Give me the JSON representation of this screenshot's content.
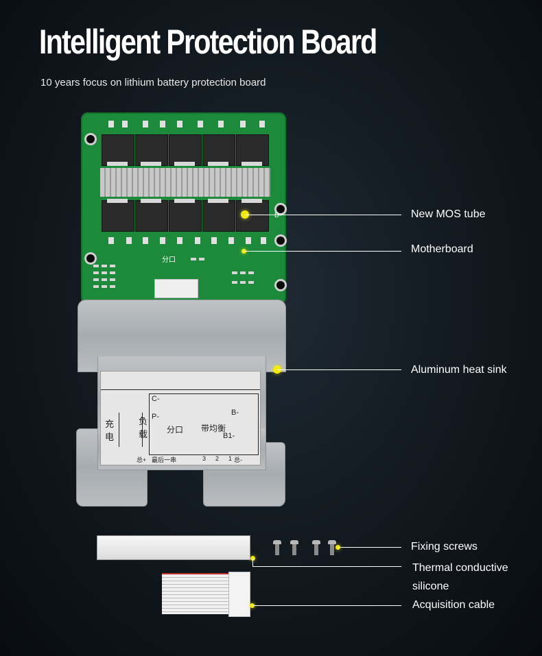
{
  "header": {
    "title": "Intelligent Protection Board",
    "subtitle": "10 years focus on lithium battery protection board"
  },
  "callouts": {
    "mos": "New MOS tube",
    "motherboard": "Motherboard",
    "heat_sink": "Aluminum heat sink",
    "screws": "Fixing screws",
    "silicone_line1": "Thermal conductive",
    "silicone_line2": "silicone",
    "cable": "Acquisition cable"
  },
  "board_markings": {
    "fenkou": "分口",
    "b_minus": "B-"
  },
  "sticker": {
    "c_minus": "C-",
    "p_minus": "P-",
    "b_minus": "B-",
    "charge": "充电",
    "load": "负载",
    "fenkou": "分口",
    "balance": "带均衡",
    "b1": "B1-",
    "total_plus": "总+",
    "last_string": "最后一串",
    "n3": "3",
    "n2": "2",
    "n1": "1",
    "total_minus": "总-"
  },
  "colors": {
    "accent_dot": "#f5e90c",
    "pcb_green": "#1c8a3a",
    "background": "#11181e"
  }
}
